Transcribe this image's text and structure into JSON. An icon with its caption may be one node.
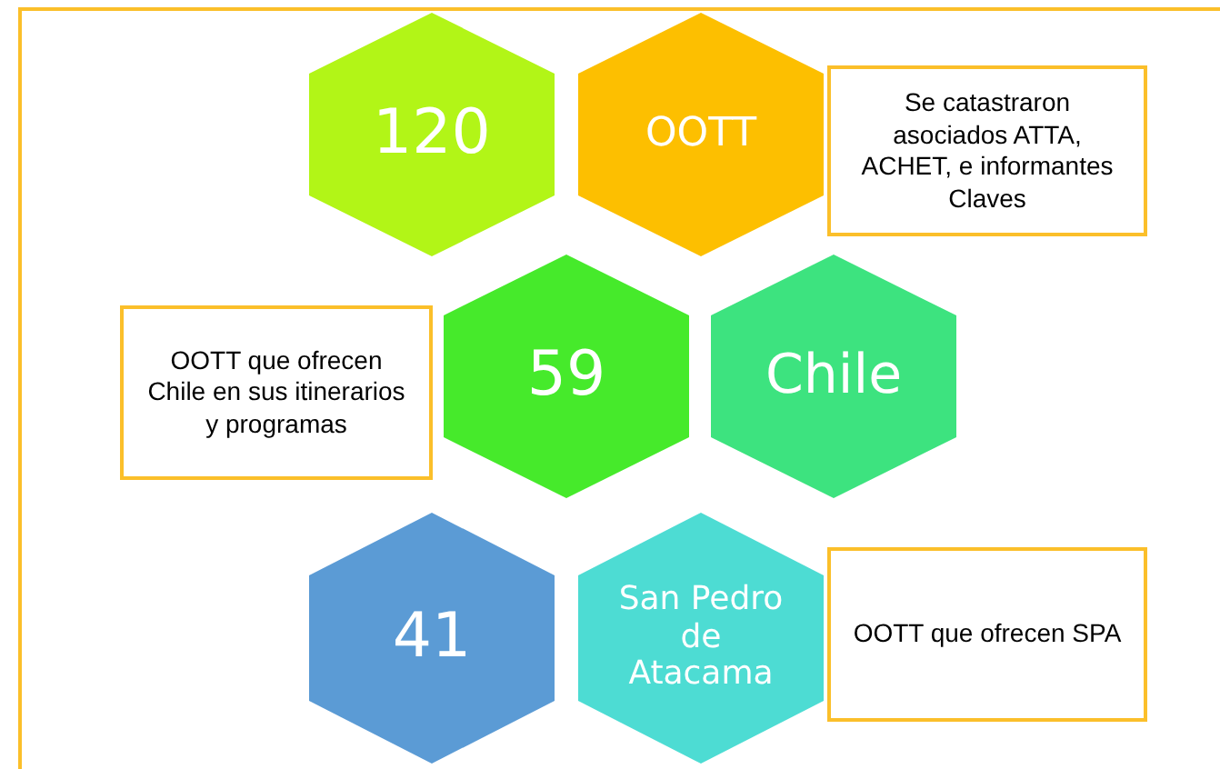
{
  "diagram": {
    "nodes": [
      {
        "text": [
          "120"
        ]
      },
      {
        "text": [
          "OOTT"
        ]
      },
      {
        "text": [
          "Se catastraron asociados ATTA, ACHET, e informantes Claves"
        ]
      },
      {
        "text": [
          "OOTT que ofrecen Chile en sus itinerarios y programas"
        ]
      },
      {
        "text": [
          "59"
        ]
      },
      {
        "text": [
          "Chile"
        ]
      },
      {
        "text": [
          "41"
        ]
      },
      {
        "text": [
          "San Pedro de Atacama"
        ]
      },
      {
        "text": [
          "OOTT que ofrecen SPA"
        ]
      }
    ],
    "edges": []
  }
}
